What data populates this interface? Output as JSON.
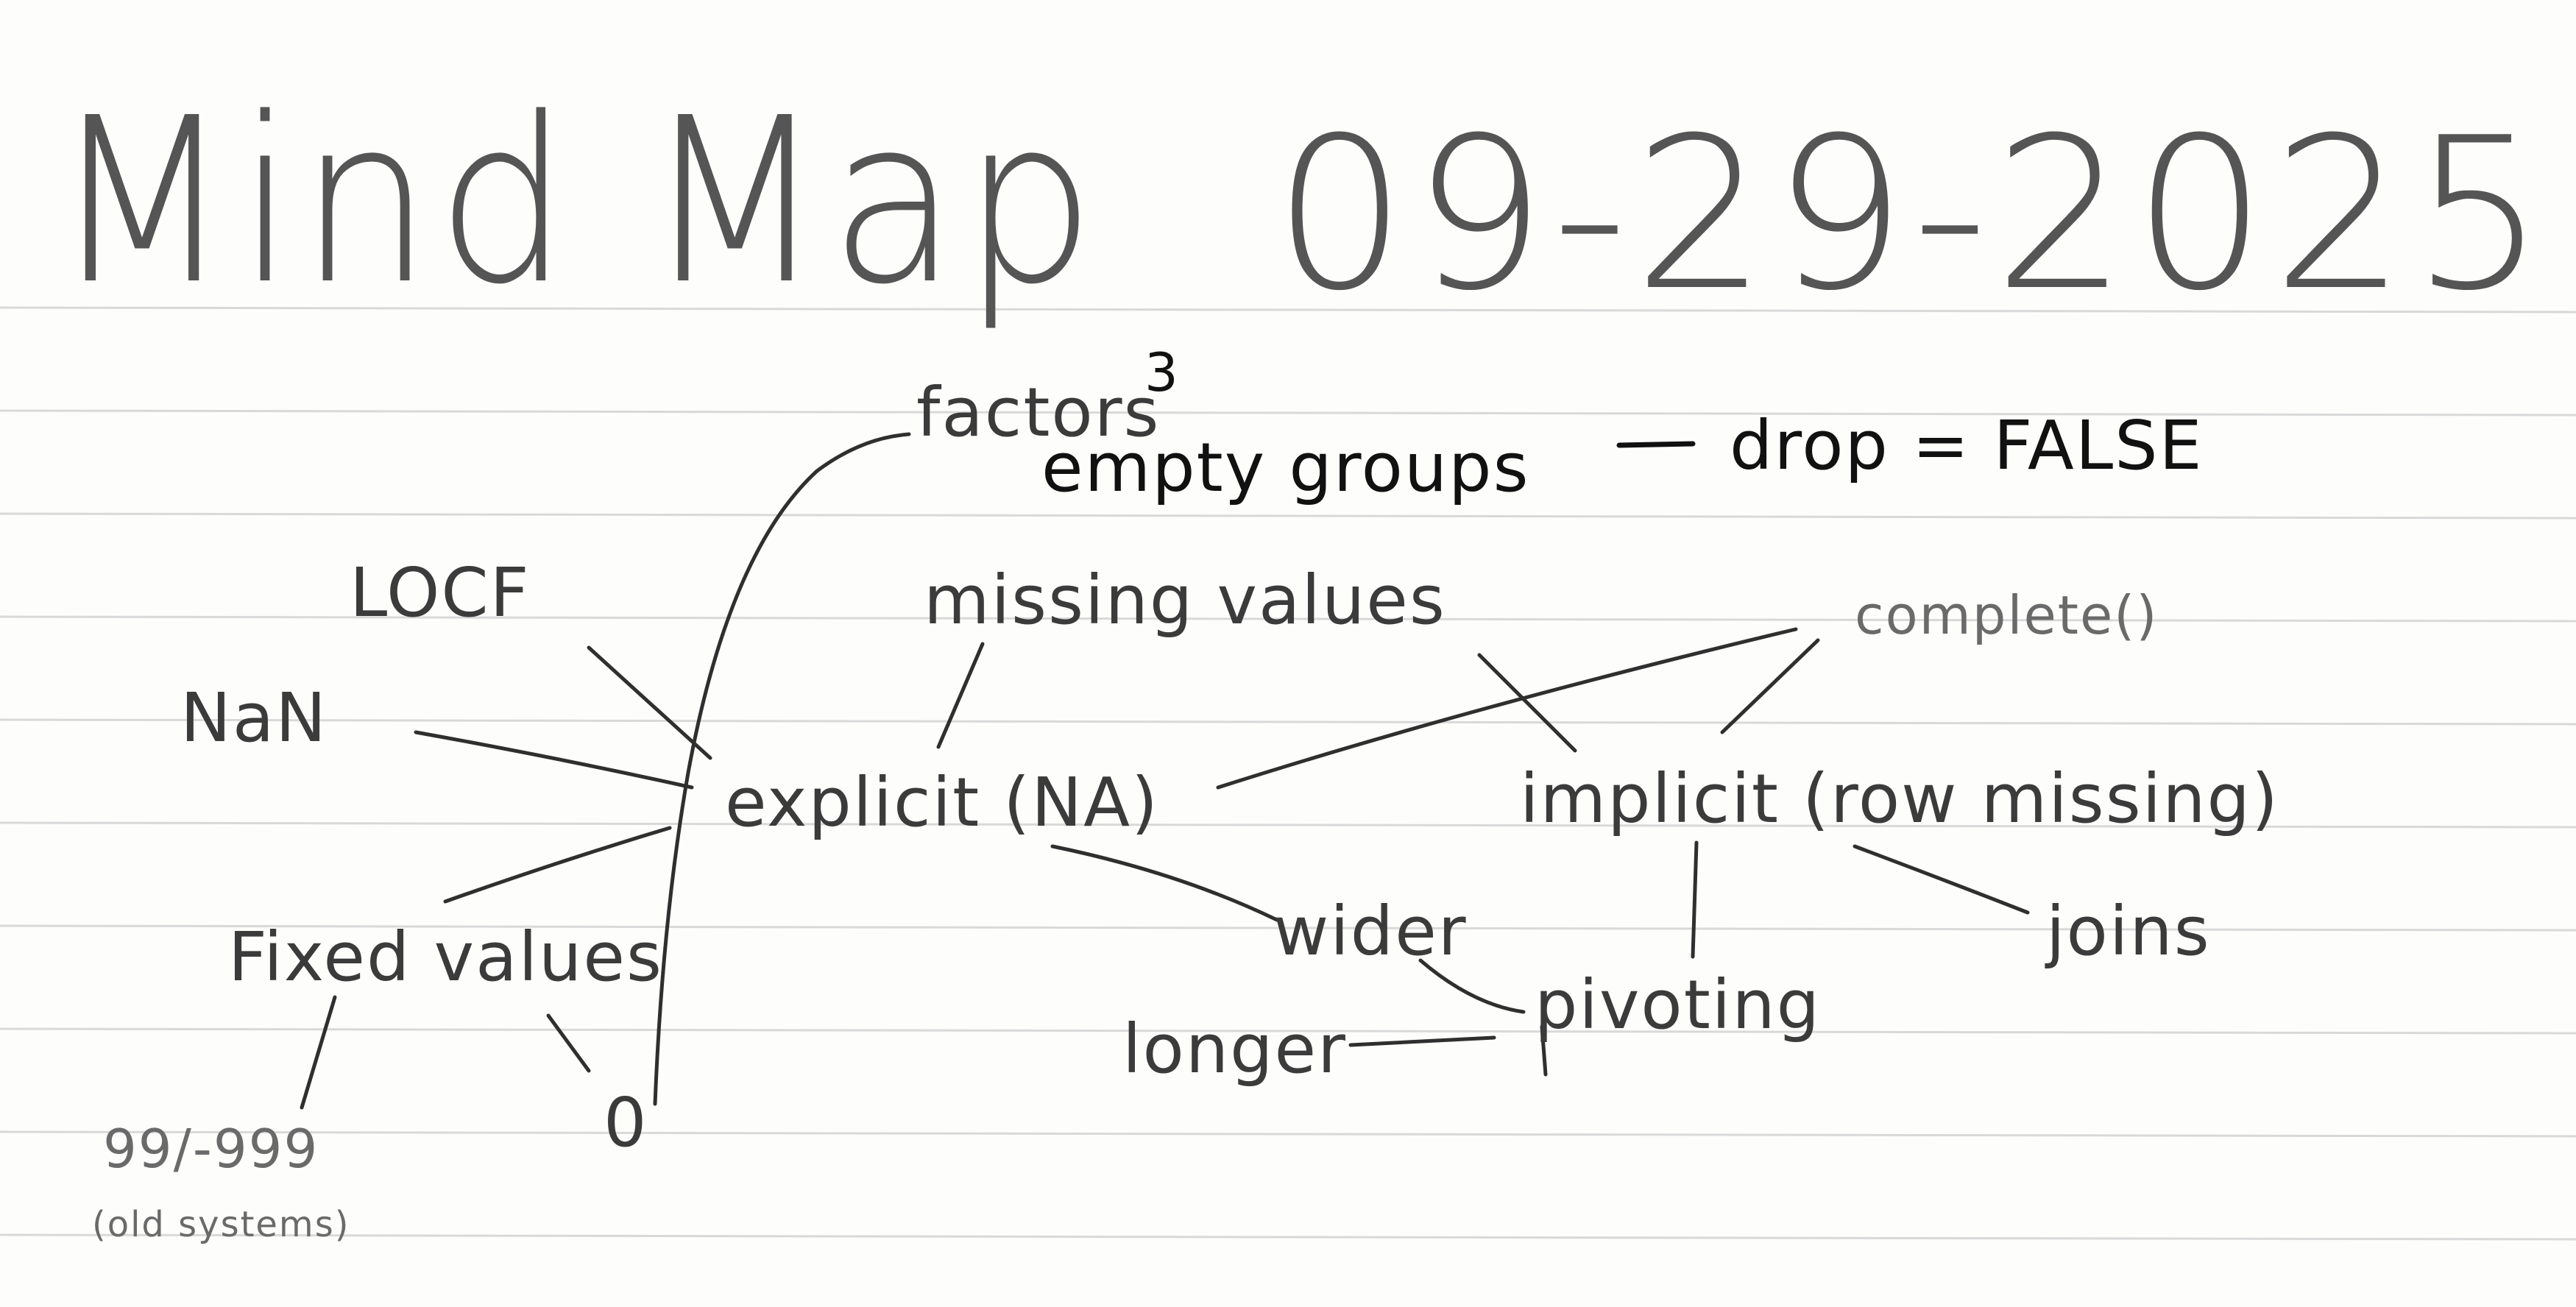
{
  "title": "Mind Map",
  "date": "09-29-2025",
  "nodes": {
    "factors": "factors",
    "three": "3",
    "empty_groups": "empty groups",
    "drop_false": "drop = FALSE",
    "locf": "LOCF",
    "missing_values": "missing values",
    "complete": "complete()",
    "nan": "NaN",
    "explicit": "explicit (NA)",
    "implicit": "implicit (row missing)",
    "wider": "wider",
    "joins": "joins",
    "fixed_values": "Fixed values",
    "pivoting": "pivoting",
    "longer": "longer",
    "zero": "0",
    "sentinel": "99/-999",
    "old_systems": "(old systems)"
  },
  "colors": {
    "pencil": "#3b3b3b",
    "pen": "#111111",
    "rule_line": "#d9d9d9",
    "paper": "#fdfdfc"
  }
}
